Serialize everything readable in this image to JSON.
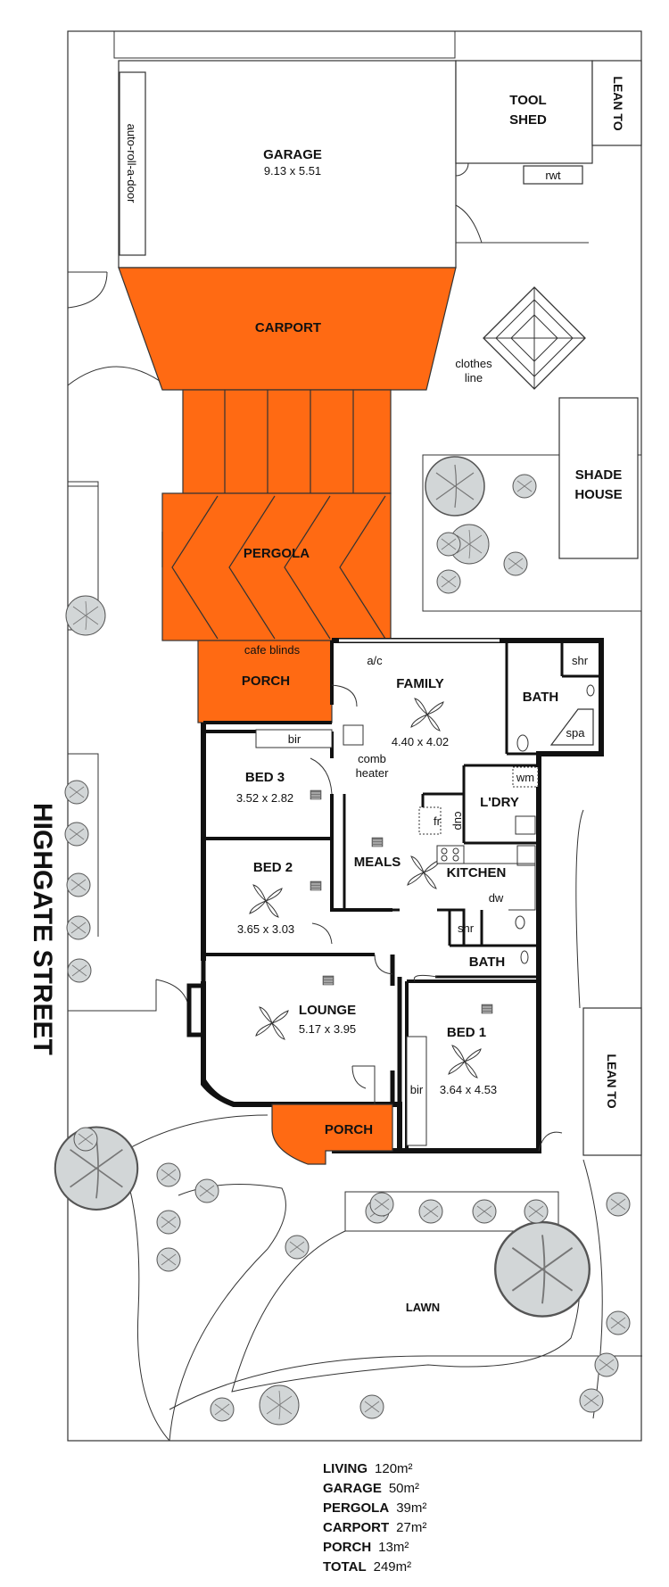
{
  "street": "HIGHGATE STREET",
  "colors": {
    "highlight": "#ff6a13",
    "wall": "#111111",
    "tree": "#d2d6d7"
  },
  "rooms": {
    "garage": {
      "name": "GARAGE",
      "dims": "9.13 x 5.51"
    },
    "tool_shed": {
      "line1": "TOOL",
      "line2": "SHED"
    },
    "lean_to_top": "LEAN TO",
    "lean_to_bottom": "LEAN TO",
    "rwt": "rwt",
    "door": "auto-roll-a-door",
    "carport": "CARPORT",
    "clothes_line": {
      "line1": "clothes",
      "line2": "line"
    },
    "shade_house": {
      "line1": "SHADE",
      "line2": "HOUSE"
    },
    "pergola": "PERGOLA",
    "cafe_blinds": "cafe blinds",
    "porch_side": "PORCH",
    "ac": "a/c",
    "family": {
      "name": "FAMILY",
      "dims": "4.40 x 4.02"
    },
    "bath_top": "BATH",
    "shr_top": "shr",
    "spa": "spa",
    "bir_bed3": "bir",
    "comb_heater": {
      "line1": "comb",
      "line2": "heater"
    },
    "bed3": {
      "name": "BED 3",
      "dims": "3.52 x 2.82"
    },
    "wm": "wm",
    "laundry": "L'DRY",
    "fr": "fr",
    "cup": "cup",
    "meals": "MEALS",
    "kitchen": "KITCHEN",
    "dw": "dw",
    "bed2": {
      "name": "BED 2",
      "dims": "3.65 x 3.03"
    },
    "shr_bottom": "shr",
    "bath_bottom": "BATH",
    "lounge": {
      "name": "LOUNGE",
      "dims": "5.17 x 3.95"
    },
    "bed1": {
      "name": "BED 1",
      "dims": "3.64 x 4.53"
    },
    "bir_bed1": "bir",
    "porch_front": "PORCH",
    "lawn": "LAWN"
  },
  "areas": [
    {
      "label": "LIVING",
      "value": "120m²"
    },
    {
      "label": "GARAGE",
      "value": "50m²"
    },
    {
      "label": "PERGOLA",
      "value": "39m²"
    },
    {
      "label": "CARPORT",
      "value": "27m²"
    },
    {
      "label": "PORCH",
      "value": "13m²"
    },
    {
      "label": "TOTAL",
      "value": "249m²"
    }
  ]
}
